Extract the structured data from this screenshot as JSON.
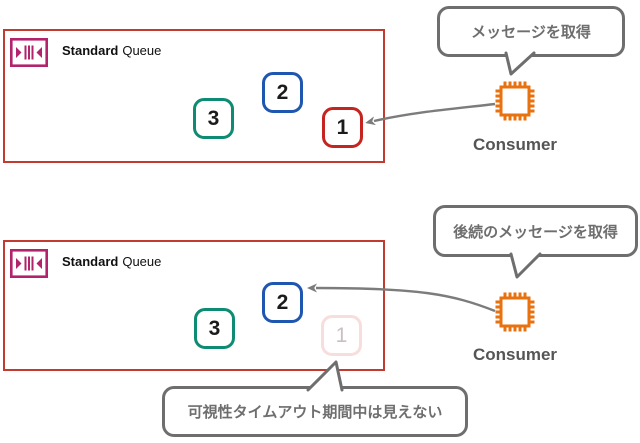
{
  "colors": {
    "queue_border": "#c23b30",
    "sqs_icon": "#b2236b",
    "msg_teal": "#0e8c73",
    "msg_blue": "#1e56b0",
    "msg_red": "#c42521",
    "msg_faded_border": "#f7dedc",
    "msg_faded_text": "#cbc0bf",
    "bubble_border": "#6e6e6e",
    "bubble_text": "#6e6e6e",
    "arrow": "#7c7c7c",
    "chip_orange": "#e8720f",
    "consumer_text": "#555555",
    "number_text": "#1b1b1b",
    "queue_label_text": "#101010"
  },
  "scene_top": {
    "queue_label_bold": "Standard",
    "queue_label_regular": "Queue",
    "messages": [
      {
        "value": "3",
        "state": "visible"
      },
      {
        "value": "2",
        "state": "visible"
      },
      {
        "value": "1",
        "state": "visible"
      }
    ],
    "speech_bubble": "メッセージを取得",
    "consumer_label": "Consumer"
  },
  "scene_bottom": {
    "queue_label_bold": "Standard",
    "queue_label_regular": "Queue",
    "messages": [
      {
        "value": "3",
        "state": "visible"
      },
      {
        "value": "2",
        "state": "visible"
      },
      {
        "value": "1",
        "state": "faded-invisible-during-visibility-timeout"
      }
    ],
    "speech_bubble": "後続のメッセージを取得",
    "consumer_label": "Consumer",
    "note_bubble": "可視性タイムアウト期間中は見えない"
  }
}
